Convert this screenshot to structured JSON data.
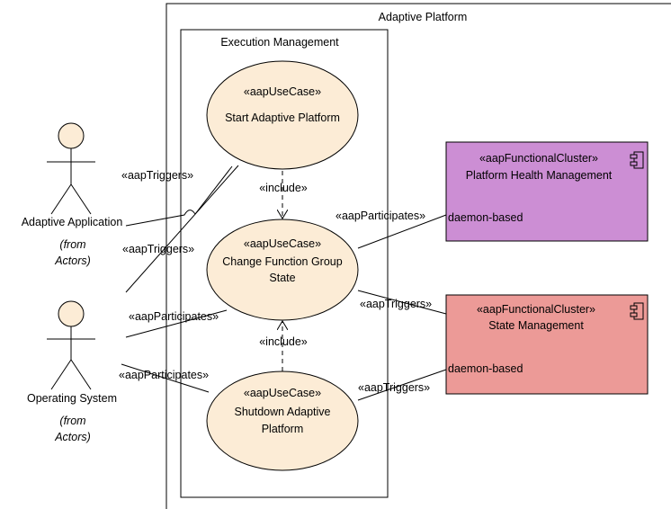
{
  "system_boundary": {
    "label": "Adaptive Platform"
  },
  "subsystem": {
    "label": "Execution Management"
  },
  "actors": [
    {
      "name": "Adaptive Application",
      "from": "(from",
      "package": "Actors)"
    },
    {
      "name": "Operating System",
      "from": "(from",
      "package": "Actors)"
    }
  ],
  "use_cases": [
    {
      "stereotype": "«aapUseCase»",
      "line1": "Start Adaptive Platform",
      "line2": ""
    },
    {
      "stereotype": "«aapUseCase»",
      "line1": "Change Function Group",
      "line2": "State"
    },
    {
      "stereotype": "«aapUseCase»",
      "line1": "Shutdown Adaptive",
      "line2": "Platform"
    }
  ],
  "components": [
    {
      "stereotype": "«aapFunctionalCluster»",
      "name": "Platform Health Management",
      "property": "daemon-based",
      "color": "#cc8ed4"
    },
    {
      "stereotype": "«aapFunctionalCluster»",
      "name": "State Management",
      "property": "daemon-based",
      "color": "#ec9a97"
    }
  ],
  "relations": {
    "include_1": "«include»",
    "include_2": "«include»",
    "aa_triggers": "«aapTriggers»",
    "os_triggers": "«aapTriggers»",
    "os_participates_1": "«aapParticipates»",
    "os_participates_2": "«aapParticipates»",
    "phm_participates": "«aapParticipates»",
    "sm_triggers_1": "«aapTriggers»",
    "sm_triggers_2": "«aapTriggers»"
  },
  "colors": {
    "use_case_fill": "#fcecd6",
    "actor_fill": "#fcecd6"
  }
}
